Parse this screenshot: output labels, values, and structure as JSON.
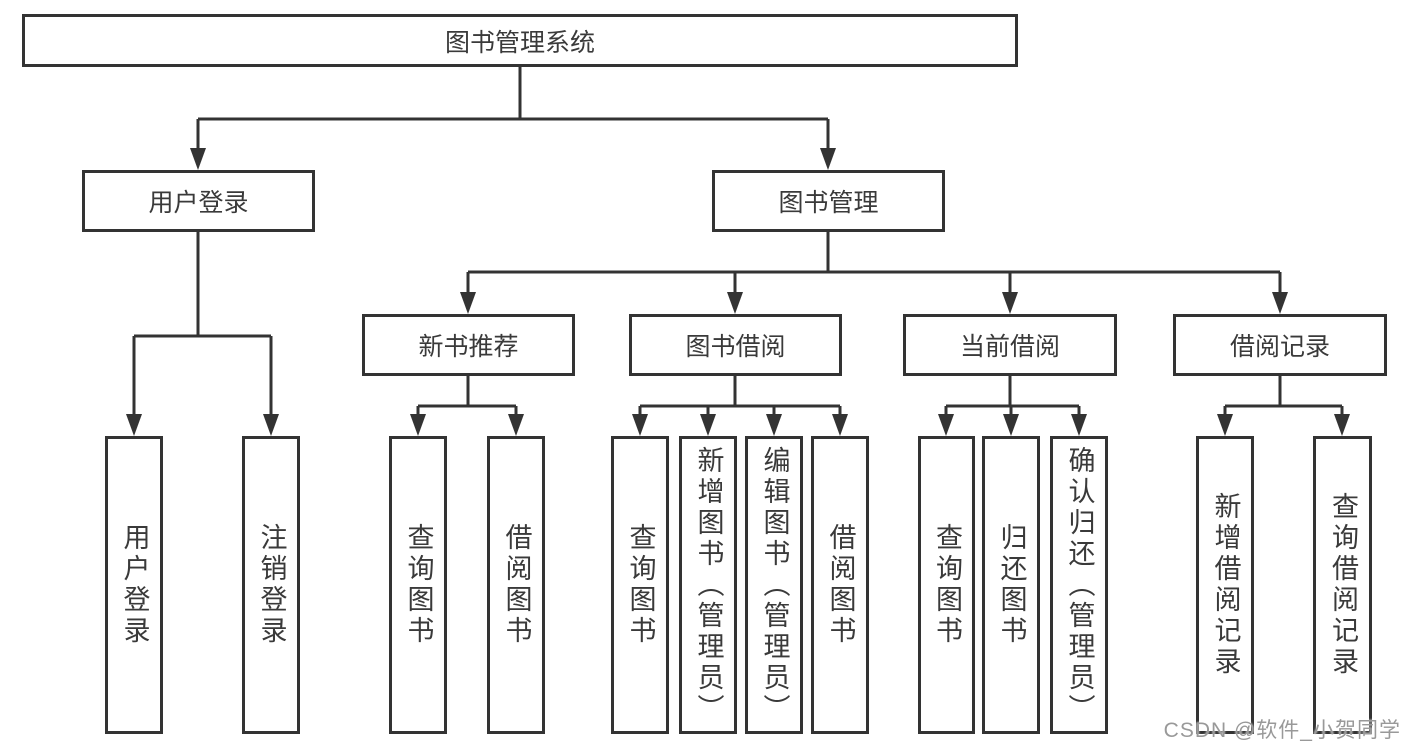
{
  "colors": {
    "background": "#ffffff",
    "box_border": "#333333",
    "connector_line": "#333333",
    "text": "#3a3a3a",
    "watermark": "#999999"
  },
  "nodes": {
    "root": "图书管理系统",
    "branch_user_login": "用户登录",
    "branch_book_mgmt": "图书管理",
    "branch_new_book_recommend": "新书推荐",
    "branch_book_borrow": "图书借阅",
    "branch_current_borrow": "当前借阅",
    "branch_borrow_records": "借阅记录",
    "leaf_user_login": "用户登录",
    "leaf_logout": "注销登录",
    "leaf_nb_query_books": "查询图书",
    "leaf_nb_borrow_books": "借阅图书",
    "leaf_bb_query_books": "查询图书",
    "leaf_bb_add_books": "新增图书（管理员）",
    "leaf_bb_edit_books": "编辑图书（管理员）",
    "leaf_bb_borrow_books": "借阅图书",
    "leaf_cb_query_books": "查询图书",
    "leaf_cb_return_books": "归还图书",
    "leaf_cb_confirm_return": "确认归还（管理员）",
    "leaf_br_add_record": "新增借阅记录",
    "leaf_br_query_record": "查询借阅记录"
  },
  "watermark": "CSDN @软件_小贺同学"
}
